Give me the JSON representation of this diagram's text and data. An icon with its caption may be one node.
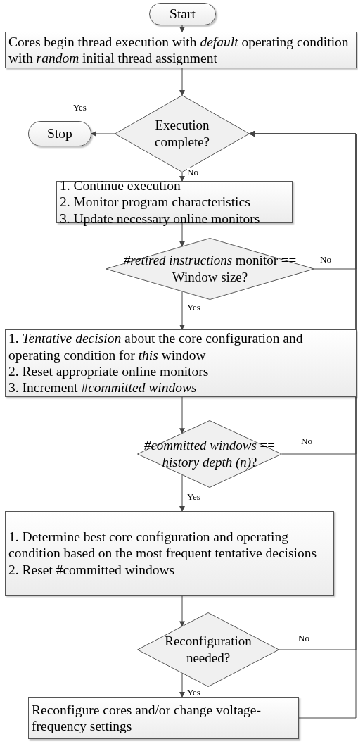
{
  "diagram": {
    "nodes": [
      {
        "text": [
          "Start"
        ]
      },
      {
        "text": [
          "Cores begin thread execution with *default* operating condition with *random* initial thread assignment"
        ]
      },
      {
        "text": [
          "Stop"
        ]
      },
      {
        "text": [
          "Execution complete?"
        ]
      },
      {
        "text": [
          "1. Continue execution",
          "2. Monitor program characteristics",
          "3. Update necessary online monitors"
        ]
      },
      {
        "text": [
          "*#retired instructions* monitor == Window size?"
        ]
      },
      {
        "text": [
          "1. *Tentative decision* about the core configuration and operating condition for *this* window",
          "2. Reset appropriate online monitors",
          "3. Increment #*committed windows*"
        ]
      },
      {
        "text": [
          "*#committed windows* == *history depth (n)*?"
        ]
      },
      {
        "text": [
          "1. Determine best core configuration and operating condition based on the most frequent tentative decisions",
          "2. Reset #committed windows"
        ]
      },
      {
        "text": [
          "Reconfiguration needed?"
        ]
      },
      {
        "text": [
          "Reconfigure cores and/or change voltage-frequency settings"
        ]
      }
    ],
    "edges": [
      {
        "from": 0,
        "to": 1,
        "arrow": "to"
      },
      {
        "from": 1,
        "to": 3,
        "arrow": "to"
      },
      {
        "from": 3,
        "to": 2,
        "arrow": "to",
        "label": "Yes"
      },
      {
        "from": 3,
        "to": 4,
        "arrow": "to",
        "label": "No"
      },
      {
        "from": 4,
        "to": 5,
        "arrow": "to"
      },
      {
        "from": 5,
        "to": 6,
        "arrow": "to",
        "label": "Yes"
      },
      {
        "from": 5,
        "to": 3,
        "arrow": "to",
        "label": "No"
      },
      {
        "from": 6,
        "to": 7,
        "arrow": "to"
      },
      {
        "from": 7,
        "to": 8,
        "arrow": "to",
        "label": "Yes"
      },
      {
        "from": 7,
        "to": 3,
        "arrow": "to",
        "label": "No"
      },
      {
        "from": 8,
        "to": 9,
        "arrow": "to"
      },
      {
        "from": 9,
        "to": 10,
        "arrow": "to",
        "label": "Yes"
      },
      {
        "from": 9,
        "to": 3,
        "arrow": "to",
        "label": "No"
      },
      {
        "from": 10,
        "to": 3,
        "arrow": "to"
      }
    ]
  }
}
